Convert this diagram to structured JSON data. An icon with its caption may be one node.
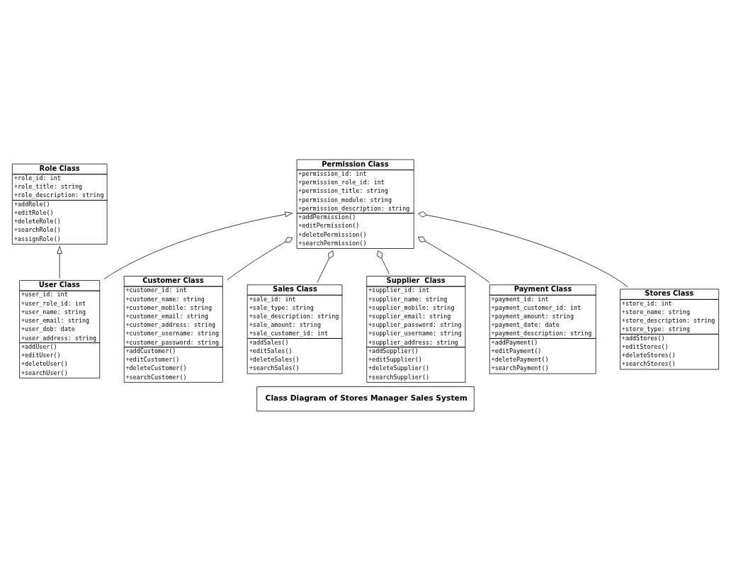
{
  "diagram": {
    "caption": "Class Diagram of Stores Manager Sales System",
    "nodes": [
      {
        "text": [
          "Role Class",
          "+role_id: int",
          "+role_title: string",
          "+role_description: string",
          "+addRole()",
          "+editRole()",
          "+deleteRole()",
          "+searchRole()",
          "+assignRole()"
        ]
      },
      {
        "text": [
          "Permission Class",
          "+permission_id: int",
          "+permission_role_id: int",
          "+permission_title: string",
          "+permission_module: string",
          "+permission_description: string",
          "+addPermission()",
          "+editPermission()",
          "+deletePermission()",
          "+searchPermission()"
        ]
      },
      {
        "text": [
          "Customer Class",
          "+customer_id: int",
          "+customer_name: string",
          "+customer_mobile: string",
          "+customer_email: string",
          "+customer_address: string",
          "+customer_username: string",
          "+customer_password: string",
          "+addCustomer()",
          "+editCustomer()",
          "+deleteCustomer()",
          "+searchCustomer()"
        ]
      },
      {
        "text": [
          "User Class",
          "+user_id: int",
          "+user_role_id: int",
          "+user_name: string",
          "+user_email: string",
          "+user_dob: date",
          "+user_address: string",
          "+addUser()",
          "+editUser()",
          "+deleteUser()",
          "+searchUser()"
        ]
      },
      {
        "text": [
          "Sales Class",
          "+sale_id: int",
          "+sale_type: string",
          "+sale_description: string",
          "+sale_amount: string",
          "+sale_customer_id: int",
          "+addSales()",
          "+editSales()",
          "+deleteSales()",
          "+searchSales()"
        ]
      },
      {
        "text": [
          "Supplier  Class",
          "+supplier_id: int",
          "+supplier_name: string",
          "+supplier_mobile: string",
          "+supplier_email: string",
          "+supplier_password: string",
          "+supplier_username: string",
          "+supplier_address: string",
          "+addSupplier()",
          "+editSupplier()",
          "+deleteSupplier()",
          "+searchSupplier()"
        ]
      },
      {
        "text": [
          "Payment Class",
          "+payment_id: int",
          "+payment_customer_id: int",
          "+payment_amount: string",
          "+payment_date: date",
          "+payment_description: string",
          "+addPayment()",
          "+editPayment()",
          "+deletePayment()",
          "+searchPayment()"
        ]
      },
      {
        "text": [
          "Stores Class",
          "+store_id: int",
          "+store_name: string",
          "+store_description: string",
          "+store_type: string",
          "+addStores()",
          "+editStores()",
          "+deleteStores()",
          "+searchStores()"
        ]
      }
    ],
    "edges": [
      {
        "from": 3,
        "to": 0,
        "arrow": "to"
      },
      {
        "from": 3,
        "to": 1,
        "arrow": "to"
      },
      {
        "from": 2,
        "to": 1,
        "arrow": "other"
      },
      {
        "from": 4,
        "to": 1,
        "arrow": "other"
      },
      {
        "from": 6,
        "to": 1,
        "arrow": "other"
      },
      {
        "from": 5,
        "to": 1,
        "arrow": "other"
      },
      {
        "from": 7,
        "to": 1,
        "arrow": "other"
      }
    ]
  }
}
